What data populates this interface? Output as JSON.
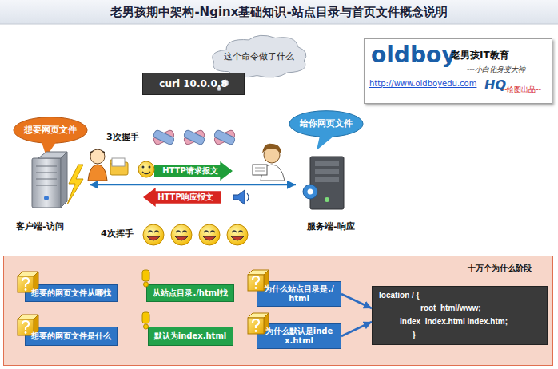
{
  "diagram": {
    "title": "老男孩期中架构-Nginx基础知识-站点目录与首页文件概念说明",
    "nodes": [
      {
        "text": [
          "这个命令做了什么"
        ]
      },
      {
        "text": [
          "curl 10.0.0.8"
        ]
      },
      {
        "text": [
          "oldboy",
          "老男孩IT教育",
          "---小白化身变大神",
          "http://www.oldboyedu.com",
          "HQ",
          "--绘图出品--"
        ]
      },
      {
        "text": [
          "想要网页文件"
        ]
      },
      {
        "text": [
          "给你网页文件"
        ]
      },
      {
        "text": [
          "HTTP请求报文"
        ]
      },
      {
        "text": [
          "HTTP响应报文"
        ]
      },
      {
        "text": [
          "客户端-访问"
        ]
      },
      {
        "text": [
          "服务端-响应"
        ]
      },
      {
        "text": [
          "十万个为什么阶段"
        ]
      },
      {
        "text": [
          "想要的网页文件从哪找"
        ],
        "in": 9
      },
      {
        "text": [
          "从站点目录./html找"
        ],
        "in": 9
      },
      {
        "text": [
          "为什么站点目录是./html"
        ],
        "in": 9
      },
      {
        "text": [
          "location / {",
          "root  html/www;",
          "index  index.html index.htm;",
          "}"
        ],
        "in": 9
      },
      {
        "text": [
          "想要的网页文件是什么"
        ],
        "in": 9
      },
      {
        "text": [
          "默认为index.html"
        ],
        "in": 9
      },
      {
        "text": [
          "为什么默认是index.html"
        ],
        "in": 9
      }
    ],
    "edges": [
      {
        "from": 7,
        "to": 8,
        "arrow": "both"
      },
      {
        "from": 12,
        "to": 13,
        "arrow": "to"
      },
      {
        "from": 16,
        "to": 13,
        "arrow": "to"
      }
    ],
    "labels": [
      "3次握手",
      "4次挥手"
    ]
  }
}
